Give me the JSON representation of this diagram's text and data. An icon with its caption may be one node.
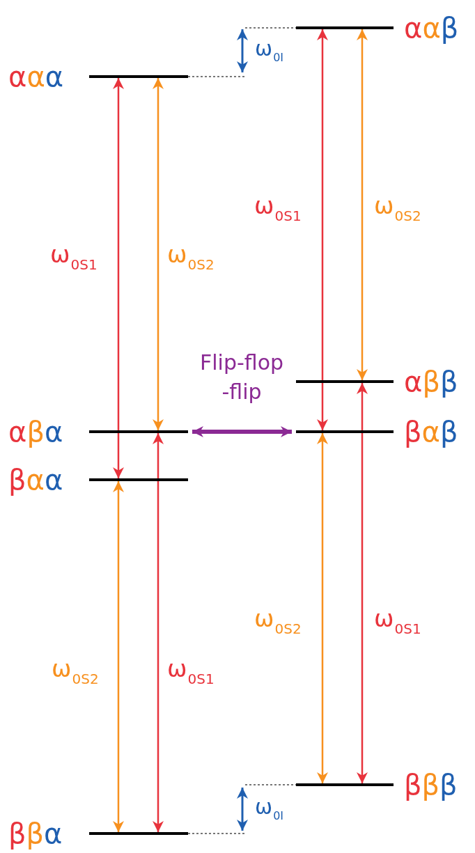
{
  "diagram": {
    "nodes": [
      {
        "text": [
          "ααα"
        ]
      },
      {
        "text": [
          "αβα"
        ]
      },
      {
        "text": [
          "βαα"
        ]
      },
      {
        "text": [
          "ββα"
        ]
      },
      {
        "text": [
          "ααβ"
        ]
      },
      {
        "text": [
          "αββ"
        ]
      },
      {
        "text": [
          "βαβ"
        ]
      },
      {
        "text": [
          "βββ"
        ]
      }
    ],
    "edges": [
      {
        "from": 0,
        "to": 2,
        "arrow": "both",
        "label": "ω$_{0S1}$",
        "color": "#e8333c"
      },
      {
        "from": 0,
        "to": 1,
        "arrow": "both",
        "label": "ω$_{0S2}$",
        "color": "#f7901e"
      },
      {
        "from": 2,
        "to": 3,
        "arrow": "both",
        "label": "ω$_{0S2}$",
        "color": "#f7901e"
      },
      {
        "from": 1,
        "to": 3,
        "arrow": "both",
        "label": "ω$_{0S1}$",
        "color": "#e8333c"
      },
      {
        "from": 4,
        "to": 6,
        "arrow": "both",
        "label": "ω$_{0S1}$",
        "color": "#e8333c"
      },
      {
        "from": 4,
        "to": 5,
        "arrow": "both",
        "label": "ω$_{0S2}$",
        "color": "#f7901e"
      },
      {
        "from": 6,
        "to": 7,
        "arrow": "both",
        "label": "ω$_{0S2}$",
        "color": "#f7901e"
      },
      {
        "from": 5,
        "to": 7,
        "arrow": "both",
        "label": "ω$_{0S1}$",
        "color": "#e8333c"
      },
      {
        "from": 1,
        "to": 6,
        "arrow": "both",
        "label": "Flip-flop -flip",
        "style": "thick",
        "color": "#8b2a94"
      }
    ],
    "labels": [
      "ω$_{0I}$",
      "ω$_{0I}$"
    ]
  }
}
